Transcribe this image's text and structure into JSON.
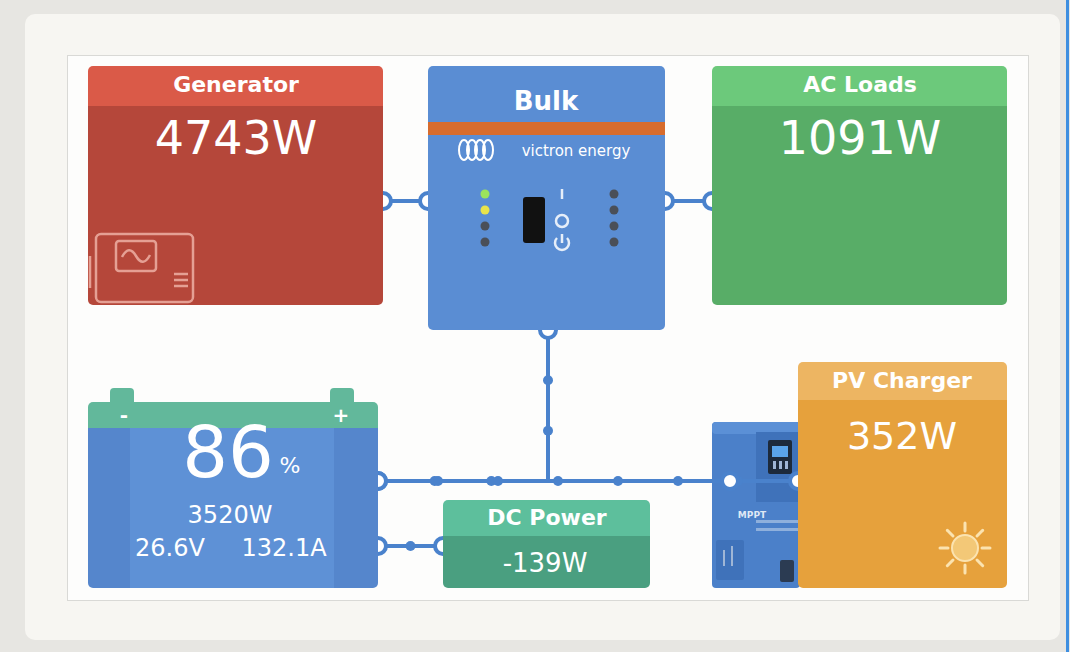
{
  "diagram": {
    "nodes": [
      {
        "text": [
          "Generator",
          "4743W"
        ]
      },
      {
        "text": [
          "Bulk",
          "victron energy"
        ]
      },
      {
        "text": [
          "AC Loads",
          "1091W"
        ]
      },
      {
        "text": [
          "-",
          "+",
          "86",
          "%",
          "3520W",
          "26.6V",
          "132.1A"
        ]
      },
      {
        "text": [
          "DC Power",
          "-139W"
        ]
      },
      {
        "text": [
          "PV Charger",
          "352W"
        ]
      }
    ],
    "edges": [
      {
        "from": 0,
        "to": 1,
        "arrow": "none"
      },
      {
        "from": 1,
        "to": 2,
        "arrow": "none"
      },
      {
        "from": 1,
        "to": 3,
        "arrow": "none"
      },
      {
        "from": 5,
        "to": 3,
        "arrow": "none"
      },
      {
        "from": 3,
        "to": 4,
        "arrow": "none"
      }
    ],
    "labels": [
      "MPPT"
    ]
  }
}
